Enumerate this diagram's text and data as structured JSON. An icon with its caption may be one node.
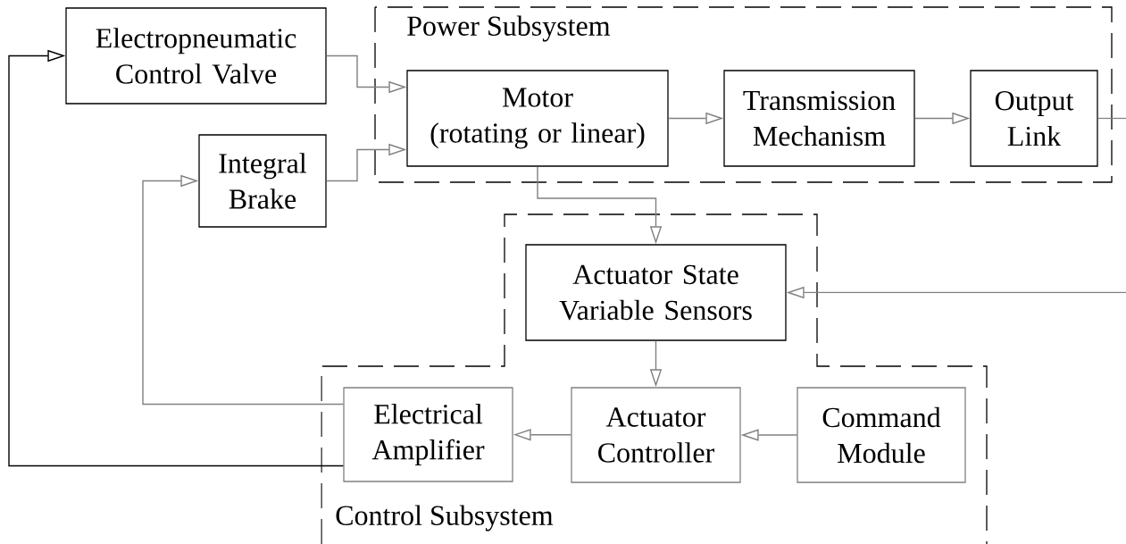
{
  "diagram": {
    "nodes": [
      {
        "text": [
          "Electropneumatic Control Valve"
        ]
      },
      {
        "text": [
          "Power Subsystem"
        ]
      },
      {
        "text": [
          "Motor (rotating or linear)"
        ],
        "in": 1
      },
      {
        "text": [
          "Transmission Mechanism"
        ],
        "in": 1
      },
      {
        "text": [
          "Output Link"
        ],
        "in": 1
      },
      {
        "text": [
          "Integral Brake"
        ]
      },
      {
        "text": [
          "Control Subsystem"
        ]
      },
      {
        "text": [
          "Actuator State Variable Sensors"
        ],
        "in": 6
      },
      {
        "text": [
          "Electrical Amplifier"
        ],
        "in": 6
      },
      {
        "text": [
          "Actuator Controller"
        ],
        "in": 6
      },
      {
        "text": [
          "Command Module"
        ],
        "in": 6
      }
    ],
    "edges": [
      {
        "from": 0,
        "to": 2,
        "arrow": "to"
      },
      {
        "from": 5,
        "to": 2,
        "arrow": "to"
      },
      {
        "from": 2,
        "to": 3,
        "arrow": "to"
      },
      {
        "from": 3,
        "to": 4,
        "arrow": "to"
      },
      {
        "from": 4,
        "to": null,
        "arrow": "none"
      },
      {
        "from": 2,
        "to": 7,
        "arrow": "to"
      },
      {
        "from": null,
        "to": 7,
        "arrow": "to"
      },
      {
        "from": 7,
        "to": 9,
        "arrow": "to"
      },
      {
        "from": 10,
        "to": 9,
        "arrow": "to"
      },
      {
        "from": 9,
        "to": 8,
        "arrow": "to"
      },
      {
        "from": 8,
        "to": 5,
        "arrow": "to"
      },
      {
        "from": 8,
        "to": 0,
        "arrow": "to",
        "color": "#000000"
      }
    ]
  }
}
